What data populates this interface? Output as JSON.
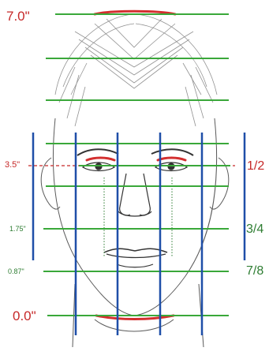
{
  "diagram": {
    "left_labels": {
      "top": "7.0\"",
      "eye_line": "3.5\"",
      "nose": "1.75\"",
      "mouth": "0.87\"",
      "bottom": "0.0\""
    },
    "right_labels": {
      "half": "1/2",
      "three_quarters": "3/4",
      "seven_eighths": "7/8"
    },
    "colors": {
      "horizontal_guides": "#3aa83a",
      "vertical_guides": "#1f4fa8",
      "accent_red": "#d32f2f",
      "sketch": "#5a5a5a"
    }
  }
}
